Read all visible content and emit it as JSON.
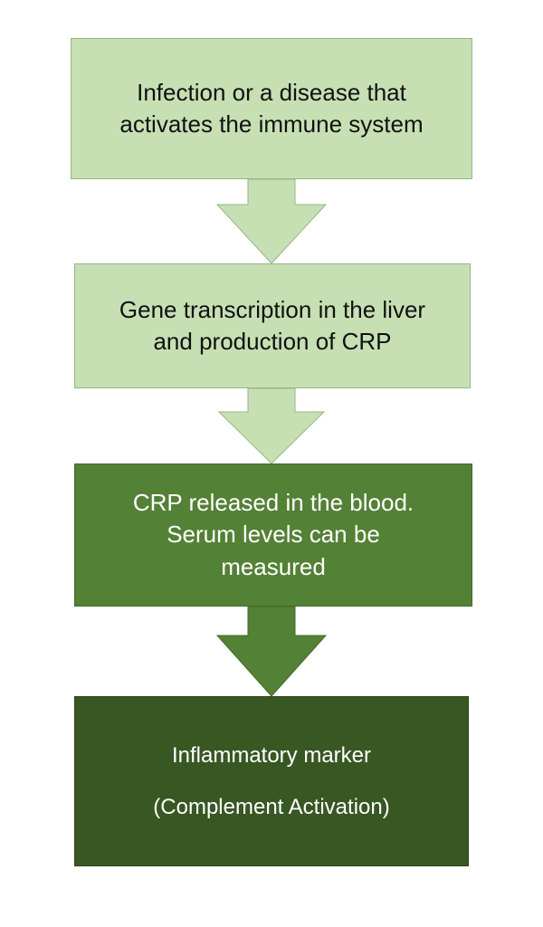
{
  "flowchart": {
    "steps": [
      {
        "lines": [
          "Infection or a disease that",
          "activates the immune system"
        ]
      },
      {
        "lines": [
          "Gene transcription in the liver",
          "and production of CRP"
        ]
      },
      {
        "lines": [
          "CRP released in the blood.",
          "Serum levels can be",
          "measured"
        ]
      },
      {
        "lines": [
          "Inflammatory marker",
          "(Complement Activation)"
        ]
      }
    ],
    "colors": {
      "light_green": "#c6e0b4",
      "medium_green": "#538135",
      "dark_green": "#385723"
    }
  }
}
